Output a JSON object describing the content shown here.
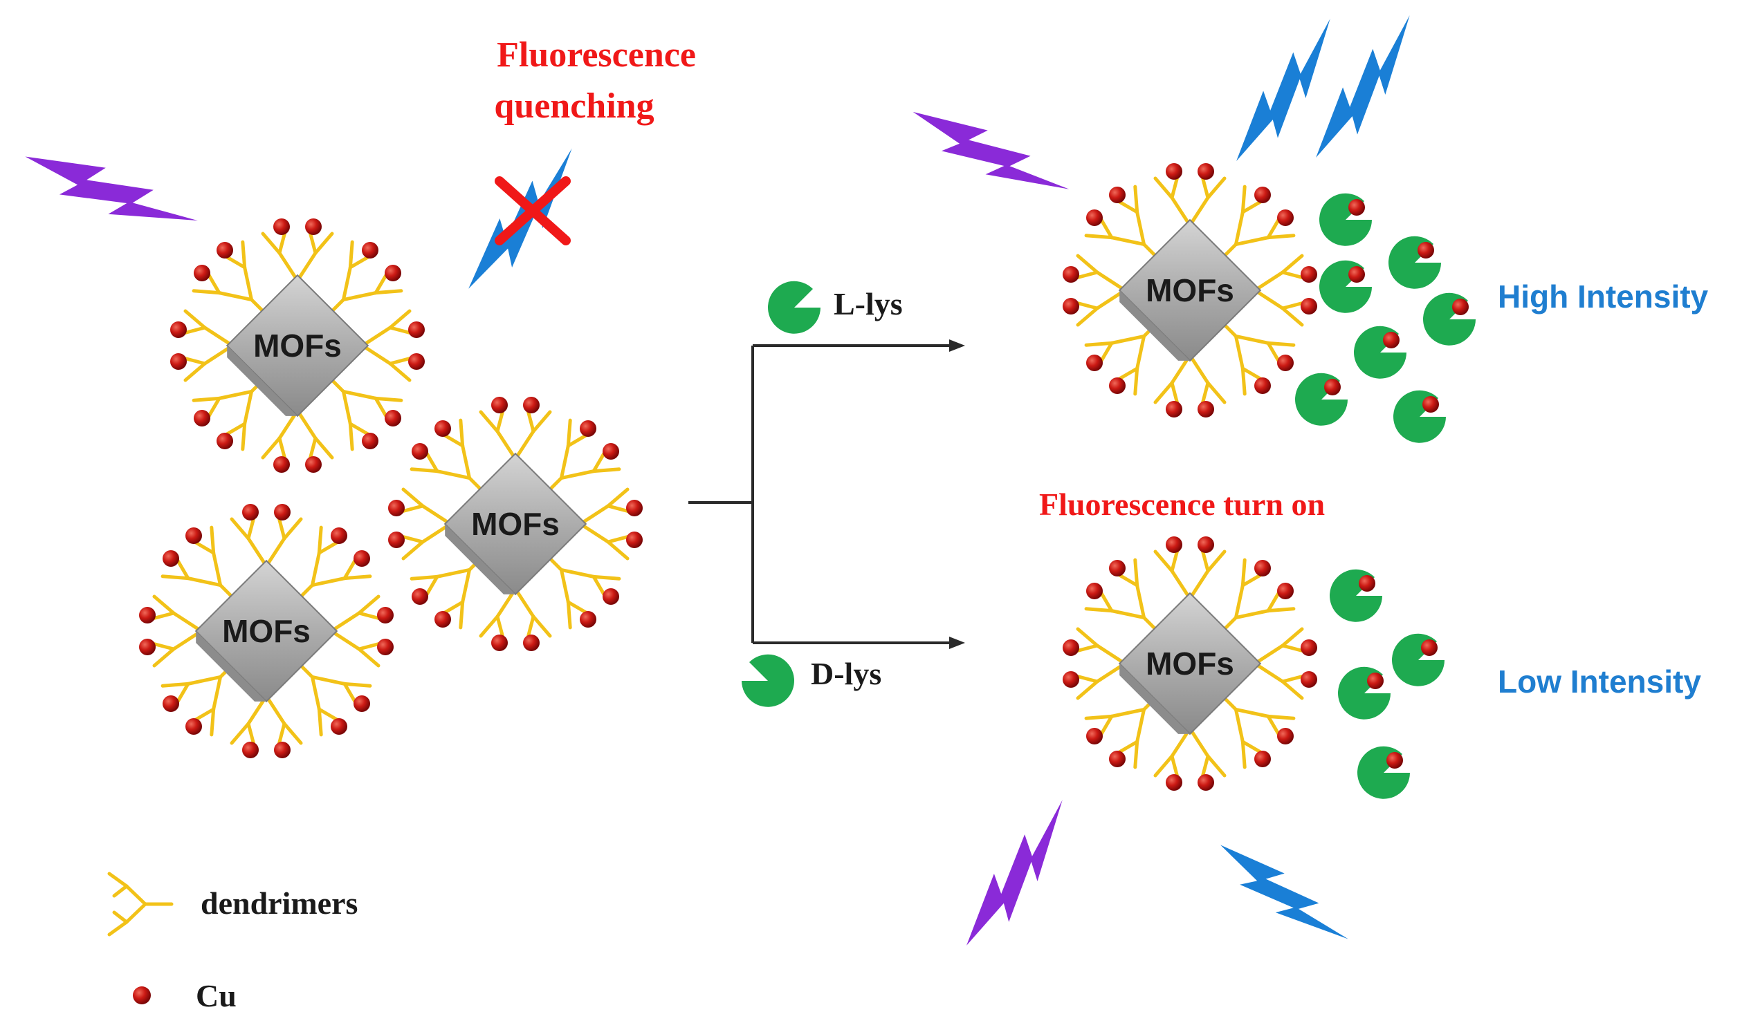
{
  "labels": {
    "quench_line1": "Fluorescence",
    "quench_line2": "quenching",
    "turn_on": "Fluorescence turn on",
    "high": "High Intensity",
    "low": "Low Intensity",
    "l_lys": "L-lys",
    "d_lys": "D-lys",
    "legend_dendrimers": "dendrimers",
    "legend_cu": "Cu",
    "mof": "MOFs"
  },
  "colors": {
    "cu_red": "#c81414",
    "dendrimer_yellow": "#f2c218",
    "cube_gray": "#a8a8a8",
    "uv_purple": "#8a2ad8",
    "emission_blue": "#1a7fd6",
    "receptor_green": "#1eaa50",
    "quench_cross": "#f01818"
  },
  "icons": [
    "lightning-purple-icon",
    "lightning-blue-icon",
    "cross-icon",
    "pacman-receptor-icon",
    "dendrimer-icon",
    "cu-dot-icon"
  ]
}
